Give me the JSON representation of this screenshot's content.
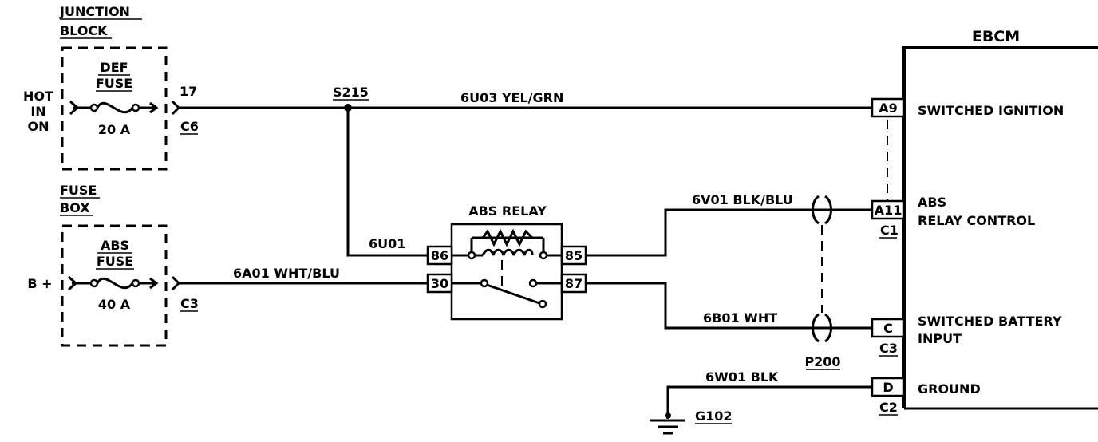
{
  "junction_block": {
    "title_line1": "JUNCTION",
    "title_line2": "BLOCK",
    "fuse_line1": "DEF",
    "fuse_line2": "FUSE",
    "rating": "20 A",
    "pin": "17",
    "connector": "C6"
  },
  "source_hot": {
    "line1": "HOT",
    "line2": "IN",
    "line3": "ON"
  },
  "fuse_box": {
    "title_line1": "FUSE",
    "title_line2": "BOX",
    "fuse_line1": "ABS",
    "fuse_line2": "FUSE",
    "rating": "40 A",
    "connector": "C3"
  },
  "source_battery": "B +",
  "splice": "S215",
  "wires": {
    "ign": "6U03 YEL/GRN",
    "splice_drop": "6U01",
    "battery_feed": "6A01 WHT/BLU",
    "relay_control": "6V01 BLK/BLU",
    "switched_battery": "6B01 WHT",
    "ground": "6W01 BLK"
  },
  "relay": {
    "title": "ABS RELAY",
    "pin_86": "86",
    "pin_30": "30",
    "pin_85": "85",
    "pin_87": "87"
  },
  "inline_connector": "P200",
  "ground_point": "G102",
  "ebcm": {
    "title": "EBCM",
    "pins": [
      {
        "pin": "A9",
        "connector": "",
        "label_line1": "SWITCHED IGNITION",
        "label_line2": ""
      },
      {
        "pin": "A11",
        "connector": "C1",
        "label_line1": "ABS",
        "label_line2": "RELAY CONTROL"
      },
      {
        "pin": "C",
        "connector": "C3",
        "label_line1": "SWITCHED BATTERY",
        "label_line2": "INPUT"
      },
      {
        "pin": "D",
        "connector": "C2",
        "label_line1": "GROUND",
        "label_line2": ""
      }
    ]
  }
}
